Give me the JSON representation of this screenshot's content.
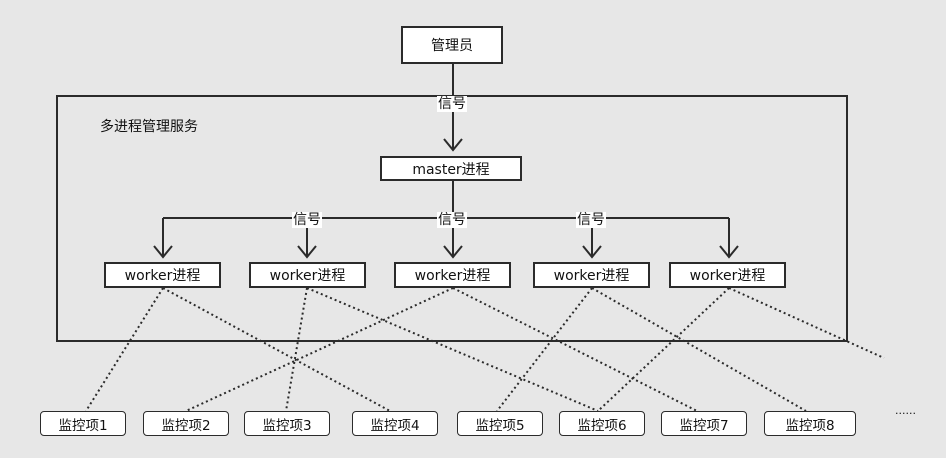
{
  "admin": "管理员",
  "service_title": "多进程管理服务",
  "signal_label": "信号",
  "master": "master进程",
  "workers": [
    "worker进程",
    "worker进程",
    "worker进程",
    "worker进程",
    "worker进程"
  ],
  "monitors": [
    "监控项1",
    "监控项2",
    "监控项3",
    "监控项4",
    "监控项5",
    "监控项6",
    "监控项7",
    "监控项8"
  ],
  "ellipsis": "......",
  "colors": {
    "background": "#e7e7e7",
    "stroke": "#2b2b2b",
    "box_fill": "#ffffff"
  }
}
